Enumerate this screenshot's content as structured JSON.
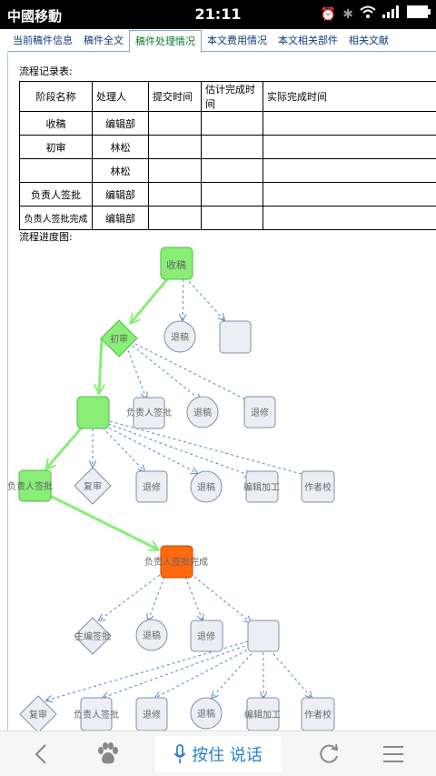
{
  "status": {
    "carrier": "中國移動",
    "time": "21:11"
  },
  "tabs": [
    {
      "label": "当前稿件信息",
      "active": false
    },
    {
      "label": "稿件全文",
      "active": false
    },
    {
      "label": "稿件处理情况",
      "active": true
    },
    {
      "label": "本文费用情况",
      "active": false
    },
    {
      "label": "本文相关部件",
      "active": false
    },
    {
      "label": "相关文献",
      "active": false
    }
  ],
  "log": {
    "title": "流程记录表:",
    "headers": [
      "阶段名称",
      "处理人",
      "提交时间",
      "估计完成时间",
      "实际完成时间"
    ],
    "rows": [
      [
        "收稿",
        "编辑部",
        "",
        "",
        ""
      ],
      [
        "初审",
        "林松",
        "",
        "",
        ""
      ],
      [
        "",
        "林松",
        "",
        "",
        ""
      ],
      [
        "负责人签批",
        "编辑部",
        "",
        "",
        ""
      ],
      [
        "负责人签批完成",
        "编辑部",
        "",
        "",
        ""
      ]
    ]
  },
  "flow": {
    "title": "流程进度图:",
    "nodes": {
      "shougao": "收稿",
      "tuigao": "退稿",
      "chushen": "初审",
      "fuzeren_qianpi": "负责人签批",
      "tuixiu": "退修",
      "fushen": "复审",
      "bianji_jiagong": "编辑加工",
      "zuozhe_jiao": "作者校",
      "fuzeren_wancheng": "负责人签批完成",
      "zhubian_qianpi": "主编签批",
      "fuzeren_qianpi2": "负责人签批"
    },
    "colors": {
      "done": "#88ee77",
      "current": "#ff6a10",
      "pending": "#eceef3"
    }
  },
  "bottom": {
    "voice_label": "按住 说话"
  }
}
